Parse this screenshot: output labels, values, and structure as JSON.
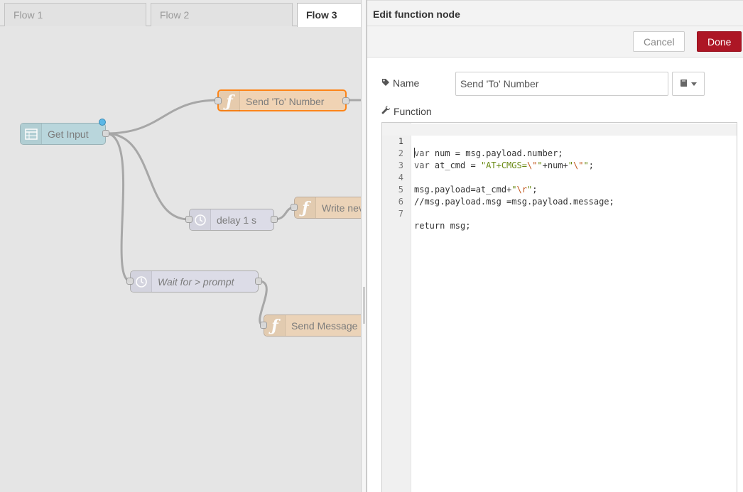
{
  "tabs": [
    {
      "label": "Flow 1",
      "active": false
    },
    {
      "label": "Flow 2",
      "active": false
    },
    {
      "label": "Flow 3",
      "active": true
    }
  ],
  "nodes": {
    "get_input": {
      "label": "Get Input",
      "type": "inject"
    },
    "send_to_number": {
      "label": "Send 'To' Number",
      "type": "function",
      "selected": true
    },
    "delay": {
      "label": "delay 1 s",
      "type": "delay"
    },
    "write_new": {
      "label": "Write nev",
      "type": "function"
    },
    "wait_prompt": {
      "label": "Wait for > prompt",
      "type": "delay"
    },
    "send_message": {
      "label": "Send Message",
      "type": "function"
    }
  },
  "editor": {
    "title": "Edit function node",
    "cancel_label": "Cancel",
    "done_label": "Done",
    "name_label": "Name",
    "name_value": "Send 'To' Number",
    "function_label": "Function",
    "code_lines": [
      "var num = msg.payload.number;",
      "var at_cmd = \"AT+CMGS=\\\"\"+num+\"\\\"\";",
      "",
      "msg.payload=at_cmd+\"\\r\";",
      "//msg.payload.msg =msg.payload.message;",
      "",
      "return msg;"
    ],
    "line_numbers": [
      "1",
      "2",
      "3",
      "4",
      "5",
      "6",
      "7"
    ]
  },
  "icons": {
    "tag": "tag-icon",
    "wrench": "wrench-icon",
    "book": "book-icon",
    "caret": "caret-down-icon",
    "function": "function-icon",
    "clock": "clock-icon",
    "inject": "inject-icon"
  },
  "colors": {
    "done_button": "#ad1625",
    "function_node": "#ecd3b6",
    "selected_border": "#ff7f0e",
    "inject_node": "#b7d6dc",
    "delay_node": "#dcdce8",
    "status_dot": "#5bb7e6"
  }
}
